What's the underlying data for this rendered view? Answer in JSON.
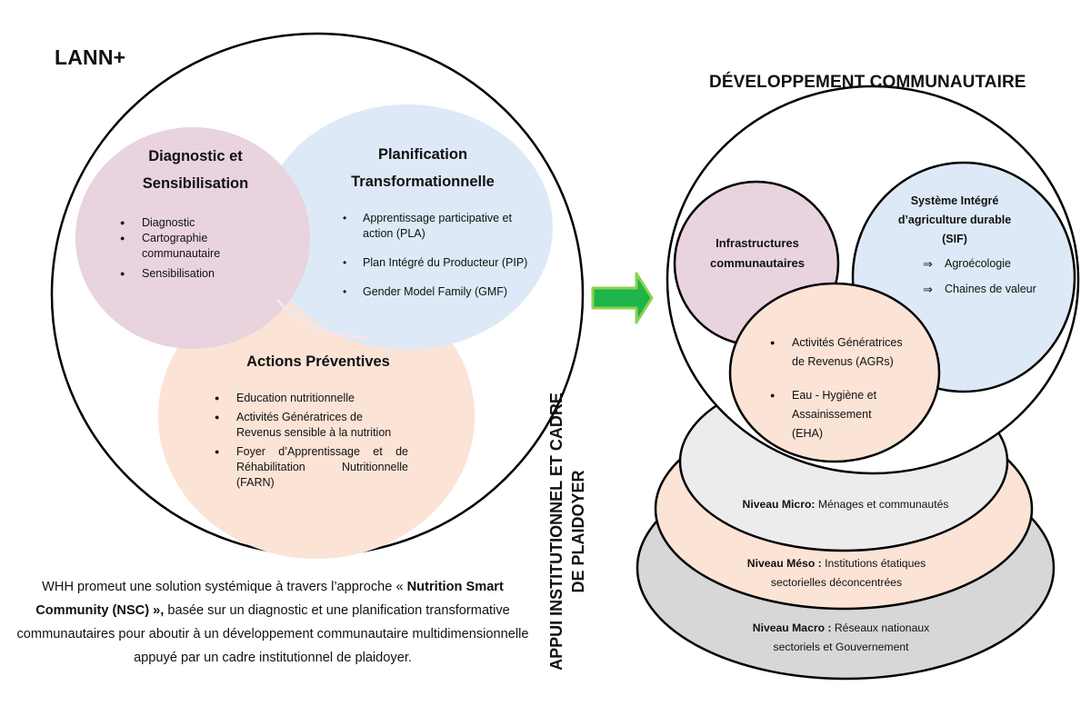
{
  "left_panel": {
    "title": "LANN+",
    "diagnostic": {
      "heading_line1": "Diagnostic et",
      "heading_line2": "Sensibilisation",
      "items": [
        "Diagnostic",
        "Cartographie communautaire",
        "Sensibilisation"
      ]
    },
    "planification": {
      "heading_line1": "Planification",
      "heading_line2": "Transformationnelle",
      "items": [
        "Apprentissage participative et action (PLA)",
        "Plan Intégré du Producteur (PIP)",
        "Gender Model Family (GMF)"
      ]
    },
    "actions": {
      "heading": "Actions Préventives",
      "items": [
        "Education nutritionnelle",
        "Activités Génératrices de Revenus sensible à la nutrition",
        "Foyer d’Apprentissage et de Réhabilitation Nutritionnelle (FARN)"
      ]
    },
    "description": {
      "part1": "WHH promeut une solution systémique à travers l’approche « ",
      "bold": "Nutrition Smart Community (NSC) »,",
      "part2": " basée sur un diagnostic et une planification transformative communautaires pour aboutir à un développement communautaire multidimensionnelle appuyé par un cadre institutionnel de plaidoyer."
    }
  },
  "arrow": {
    "icon": "right-arrow-icon",
    "fill": "#1db54a",
    "stroke": "#8ed14f"
  },
  "right_panel": {
    "title": "DÉVELOPPEMENT COMMUNAUTAIRE",
    "infrastructures": {
      "line1": "Infrastructures",
      "line2": "communautaires"
    },
    "sif": {
      "line1": "Système Intégré",
      "line2": "d’agriculture durable",
      "line3": "(SIF)",
      "items": [
        "Agroécologie",
        "Chaines de valeur"
      ]
    },
    "agr": {
      "items": [
        "Activités Génératrices de Revenus (AGRs)",
        "Eau - Hygiène et Assainissement (EHA)"
      ]
    },
    "vertical_label": "APPUI INSTITUTIONNEL ET CADRE DE PLAIDOYER",
    "levels": {
      "micro": {
        "label": "Niveau Micro:",
        "text": " Ménages et communautés"
      },
      "meso": {
        "label": "Niveau Méso :",
        "text_line1": " Institutions étatiques",
        "text_line2": "sectorielles déconcentrées"
      },
      "macro": {
        "label": "Niveau Macro :",
        "text_line1": " Réseaux nationaux",
        "text_line2": "sectoriels et Gouvernement"
      }
    }
  },
  "colors": {
    "pink": "#e8d3df",
    "blue": "#dde9f6",
    "peach": "#fbe3d6",
    "light_gray": "#ececec",
    "gray": "#d7d7d7",
    "outline": "#000000"
  }
}
